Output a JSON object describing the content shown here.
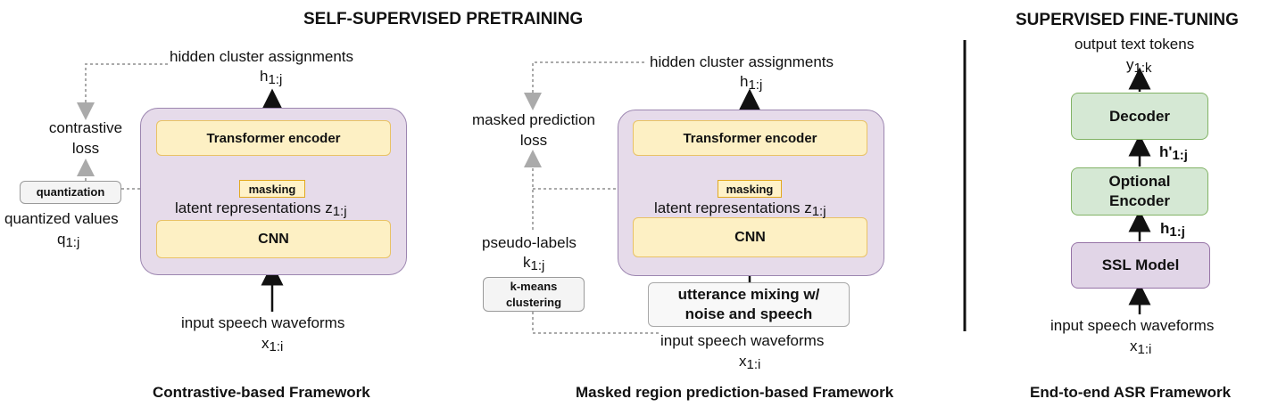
{
  "headings": {
    "pretraining": "SELF-SUPERVISED PRETRAINING",
    "finetuning": "SUPERVISED FINE-TUNING"
  },
  "contrastive": {
    "hidden_label": "hidden cluster assignments",
    "h_sym": "h",
    "h_sub": "1:j",
    "loss_label": "contrastive loss",
    "quantization": "quantization",
    "quantized_label": "quantized values",
    "q_sym": "q",
    "q_sub": "1:j",
    "transformer": "Transformer encoder",
    "masking": "masking",
    "latent_label": "latent representations z",
    "latent_sub": "1:j",
    "cnn": "CNN",
    "input_label": "input speech waveforms",
    "x_sym": "x",
    "x_sub": "1:i",
    "caption": "Contrastive-based Framework"
  },
  "masked": {
    "hidden_label": "hidden cluster assignments",
    "h_sym": "h",
    "h_sub": "1:j",
    "loss_label": "masked prediction loss",
    "pseudo_label": "pseudo-labels",
    "k_sym": "k",
    "k_sub": "1:j",
    "kmeans": "k-means clustering",
    "transformer": "Transformer encoder",
    "masking": "masking",
    "latent_label": "latent representations z",
    "latent_sub": "1:j",
    "cnn": "CNN",
    "mixing": "utterance mixing w/ noise and speech",
    "input_label": "input speech waveforms",
    "x_sym": "x",
    "x_sub": "1:i",
    "caption": "Masked region prediction-based Framework"
  },
  "asr": {
    "output_label": "output text tokens",
    "y_sym": "y",
    "y_sub": "1:k",
    "decoder": "Decoder",
    "hprime_sym": "h'",
    "hprime_sub": "1:j",
    "optional_encoder": "Optional Encoder",
    "h_sym": "h",
    "h_sub": "1:j",
    "ssl_model": "SSL Model",
    "input_label": "input speech waveforms",
    "x_sym": "x",
    "x_sub": "1:i",
    "caption": "End-to-end ASR Framework"
  }
}
